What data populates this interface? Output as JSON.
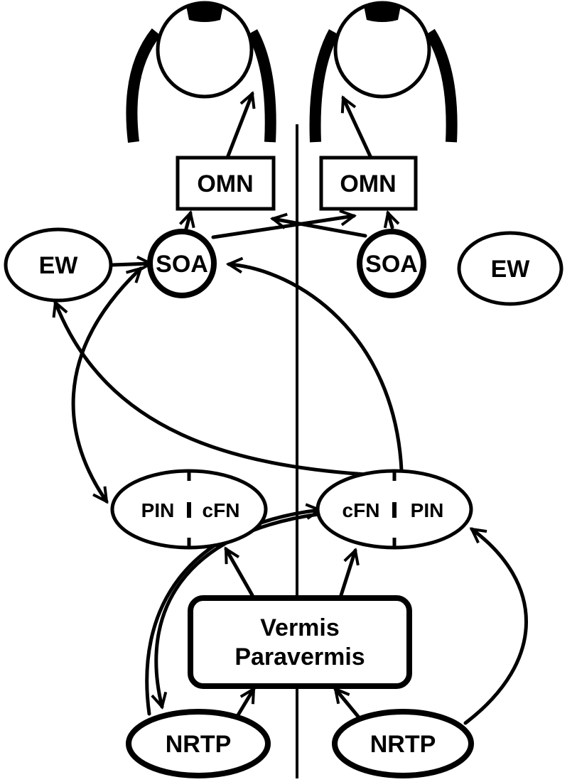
{
  "nodes": {
    "omn_left": "OMN",
    "omn_right": "OMN",
    "ew_left": "EW",
    "ew_right": "EW",
    "soa_left": "SOA",
    "soa_right": "SOA",
    "fn_left_pin": "PIN",
    "fn_left_cfn": "cFN",
    "fn_right_cfn": "cFN",
    "fn_right_pin": "PIN",
    "vermis_line1": "Vermis",
    "vermis_line2": "Paravermis",
    "nrtp_left": "NRTP",
    "nrtp_right": "NRTP"
  }
}
